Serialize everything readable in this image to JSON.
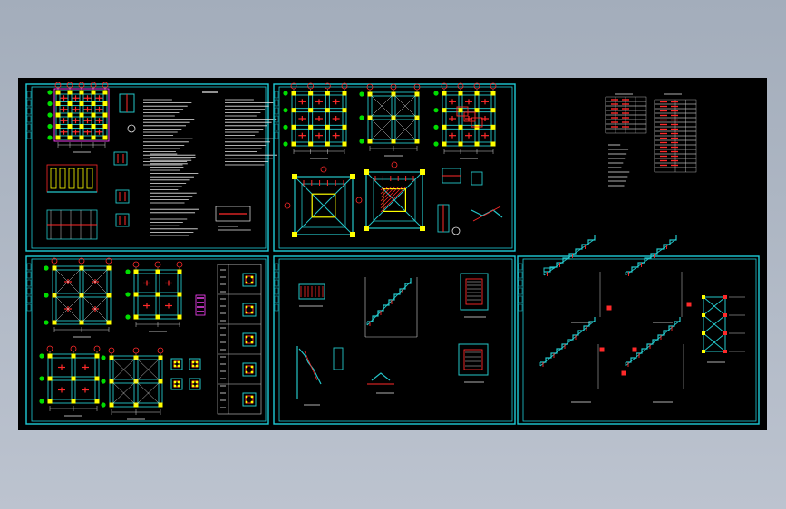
{
  "colors": {
    "background": "#a6b0be",
    "canvas": "#000000",
    "frame": "#1ecbd6",
    "beam": "#24c6c9",
    "column": "#ffff00",
    "rebar": "#ff2a2a",
    "text": "#e8e8e8",
    "dim": "#d0d0d0",
    "green": "#00dd00",
    "magenta": "#ff44ff"
  },
  "sheets": [
    {
      "id": "sheet-1",
      "content": "plans-and-notes"
    },
    {
      "id": "sheet-2",
      "content": "pyramid-roof-plans"
    },
    {
      "id": "sheet-3",
      "content": "floor-plans-and-columns"
    },
    {
      "id": "sheet-4",
      "content": "stair-details"
    },
    {
      "id": "sheet-5",
      "content": "stair-sections"
    }
  ]
}
